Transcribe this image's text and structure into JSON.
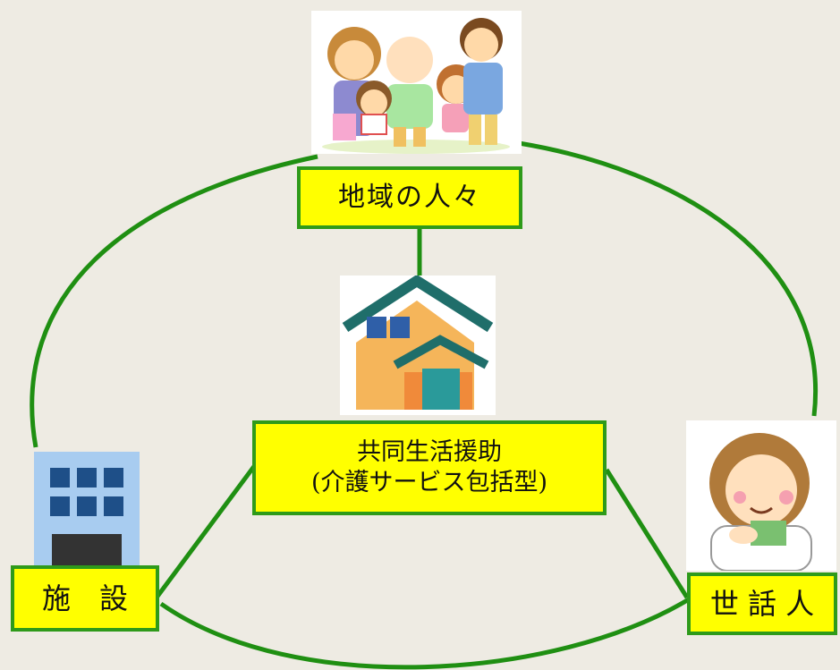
{
  "colors": {
    "background": "#eeebe3",
    "connector": "#1f8f12",
    "label_fill": "#ffff00",
    "label_border": "#2e9a1a"
  },
  "nodes": {
    "community": {
      "label": "地域の人々",
      "picture": "family-illustration"
    },
    "center": {
      "line1": "共同生活援助",
      "line2": "(介護サービス包括型)",
      "picture": "house-illustration"
    },
    "facility": {
      "label": "施　設",
      "picture": "building-illustration"
    },
    "caretaker": {
      "label": "世 話 人",
      "picture": "caretaker-illustration"
    }
  }
}
